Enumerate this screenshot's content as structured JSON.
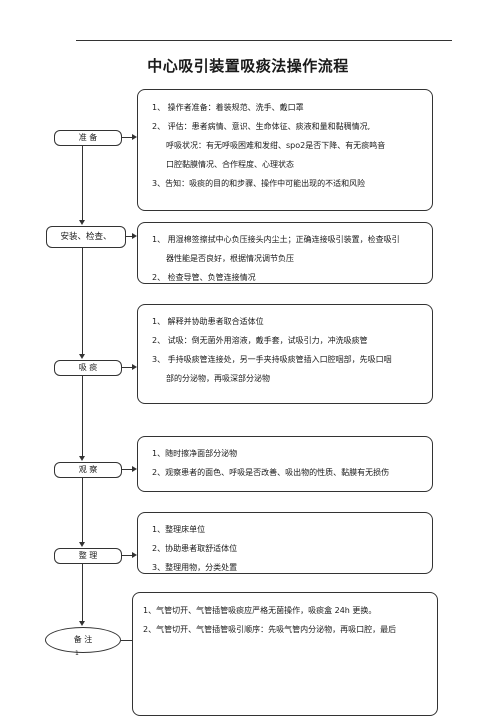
{
  "title": "中心吸引装置吸痰法操作流程",
  "steps": {
    "prepare": "准  备",
    "install": "安装、检查、",
    "suction": "吸   痰",
    "observe": "观  察",
    "tidy": "整   理",
    "notes": "备   注"
  },
  "boxes": {
    "prepare": [
      "1、 操作者准备：着装规范、洗手、戴口罩",
      "2、 评估：患者病情、意识、生命体征、痰液和量和黏稠情况,",
      "呼吸状况：有无呼吸困难和发绀、spo2是否下降、有无痰鸣音",
      "口腔黏膜情况、合作程度、心理状态",
      "3、告知：吸痰的目的和步骤、操作中可能出现的不适和风险"
    ],
    "install": [
      "1、 用湿棉签擦拭中心负压接头内尘土；正确连接吸引装置，检查吸引",
      "器性能是否良好，根据情况调节负压",
      "2、 检查导管、负管连接情况"
    ],
    "suction": [
      "1、 解释并协助患者取合适体位",
      "2、 试吸：倒无菌外用溶液，戴手套，试吸引力，冲洗吸痰管",
      "3、 手持吸痰管连接处，另一手夹持吸痰管插入口腔咽部，先吸口咽",
      "部的分泌物，再吸深部分泌物"
    ],
    "observe": [
      "1、随时擦净面部分泌物",
      "2、观察患者的面色、呼吸是否改善、吸出物的性质、黏膜有无损伤"
    ],
    "tidy": [
      "1、整理床单位",
      "2、协助患者取舒适体位",
      "3、整理用物，分类处置"
    ],
    "notes": [
      "1、气管切开、气管插管吸痰应严格无菌操作，吸痰盒 24h 更换。",
      "2、气管切开、气管插管吸引顺序：先吸气管内分泌物，再吸口腔，最后"
    ]
  },
  "page_marker": "1"
}
